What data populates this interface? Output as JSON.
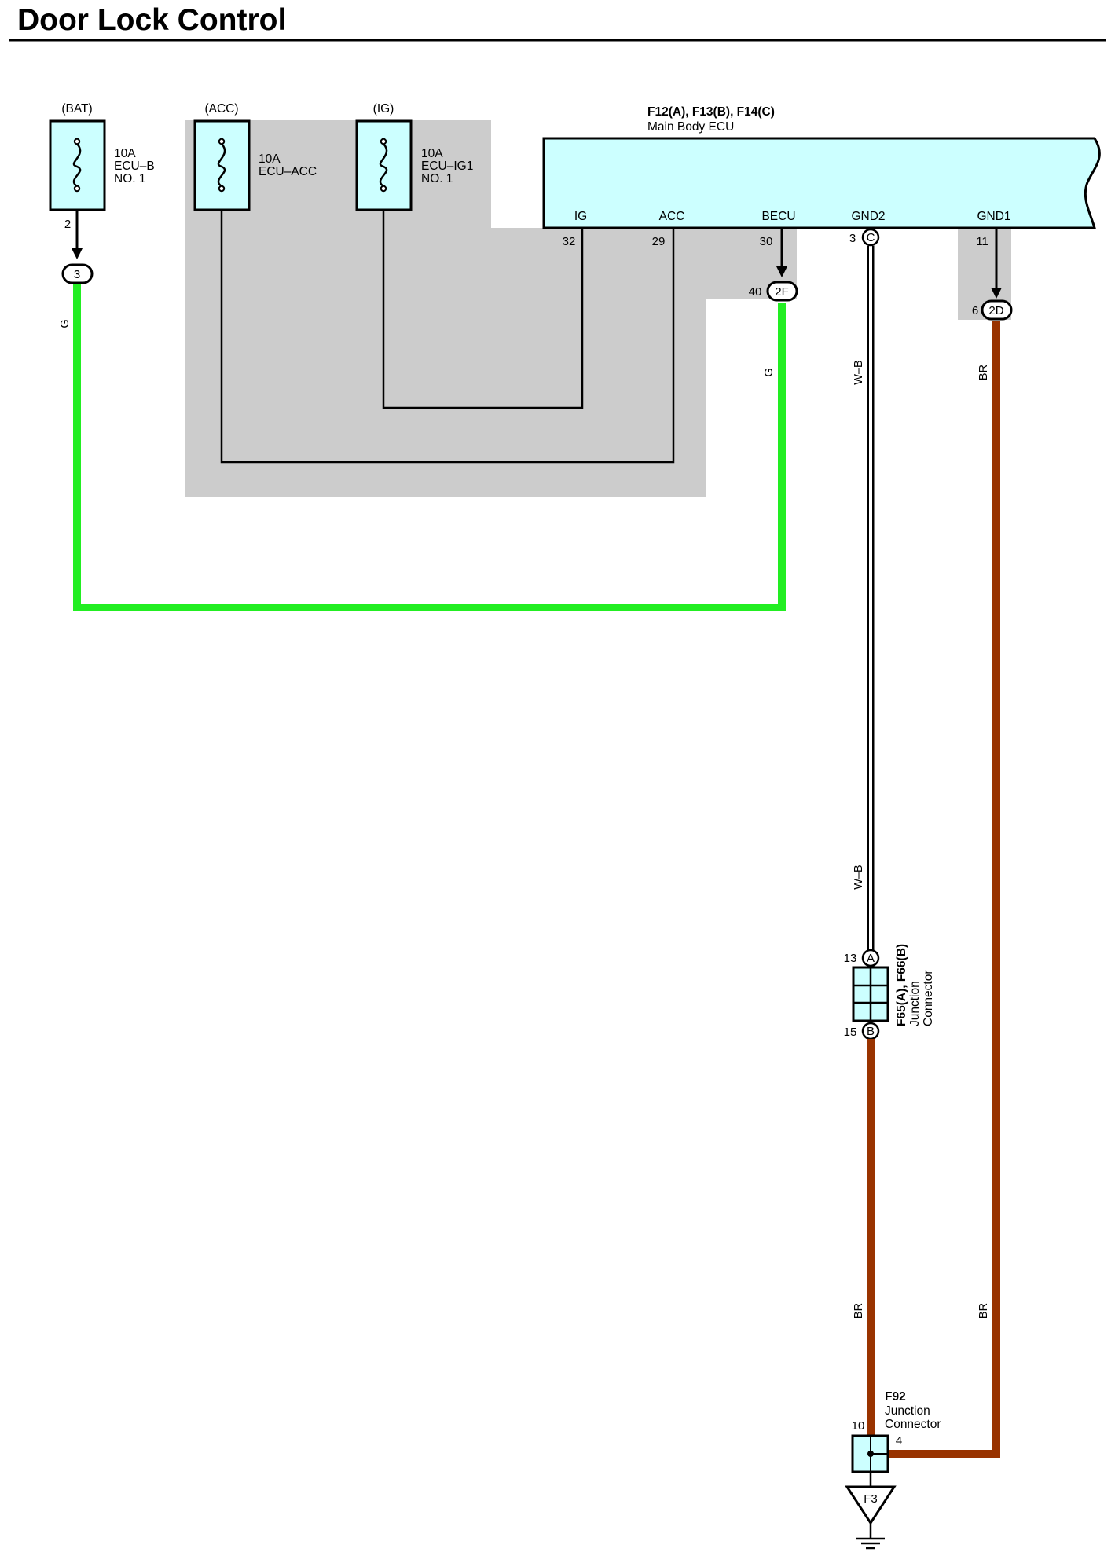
{
  "title": "Door Lock Control",
  "fuses": [
    {
      "source": "(BAT)",
      "rating": "10A",
      "name": "ECU–B",
      "extra": "NO. 1",
      "pin": "2",
      "connector": "3"
    },
    {
      "source": "(ACC)",
      "rating": "10A",
      "name": "ECU–ACC",
      "extra": ""
    },
    {
      "source": "(IG)",
      "rating": "10A",
      "name": "ECU–IG1",
      "extra": "NO. 1"
    }
  ],
  "ecu": {
    "connectors": "F12(A), F13(B), F14(C)",
    "name": "Main Body ECU",
    "terminals": [
      {
        "label": "IG",
        "pin": "32"
      },
      {
        "label": "ACC",
        "pin": "29"
      },
      {
        "label": "BECU",
        "pin": "30",
        "connector": "2F",
        "connector_pin": "40"
      },
      {
        "label": "GND2",
        "pin": "3",
        "connector": "C"
      },
      {
        "label": "GND1",
        "pin": "11",
        "connector": "2D",
        "connector_pin": "6"
      }
    ]
  },
  "wires": {
    "g_left": "G",
    "g_becu": "G",
    "wb_upper": "W–B",
    "wb_lower": "W–B",
    "br_right_upper": "BR",
    "br_right_lower": "BR",
    "br_mid": "BR"
  },
  "junction_1": {
    "connectors": "F65(A), F66(B)",
    "line1": "Junction",
    "line2": "Connector",
    "pin_in": "13",
    "conn_in": "A",
    "pin_out": "15",
    "conn_out": "B"
  },
  "junction_2": {
    "connector": "F92",
    "line1": "Junction",
    "line2": "Connector",
    "pin_in": "10",
    "pin_right": "4"
  },
  "ground": {
    "label": "F3"
  },
  "colors": {
    "green_wire": "#22ee22",
    "brown_wire": "#993300",
    "shade": "#cccccc",
    "component_fill": "#ccffff"
  }
}
